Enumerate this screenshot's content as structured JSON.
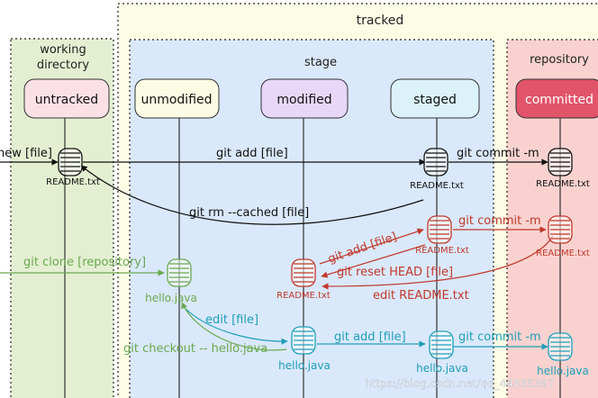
{
  "regions": {
    "tracked": "tracked",
    "working_directory": [
      "working",
      "directory"
    ],
    "stage": "stage",
    "repository": "repository"
  },
  "states": {
    "untracked": "untracked",
    "unmodified": "unmodified",
    "modified": "modified",
    "staged": "staged",
    "committed": "committed"
  },
  "colors": {
    "tracked_bg": "#fdfde6",
    "working_bg": "#e4efd2",
    "stage_bg": "#dae8fb",
    "repository_bg": "#f9d2d0",
    "untracked_pill": "#fbe1e6",
    "unmodified_pill": "#fcfce4",
    "modified_pill": "#e8d7f7",
    "staged_pill": "#dbf2f8",
    "committed_pill": "#e2546a",
    "black_flow": "#111111",
    "red_flow": "#c0392b",
    "green_flow": "#6aa84f",
    "teal_flow": "#1f9fb8"
  },
  "files": {
    "readme": "README.txt",
    "hello": "hello.java"
  },
  "commands": {
    "new_file": "new [file]",
    "git_add_file_1": "git add [file]",
    "git_commit_1": "git commit -m",
    "git_rm_cached": "git rm --cached [file]",
    "git_add_file_2": "git add [file]",
    "git_commit_2": "git commit -m",
    "git_reset_head": "git reset HEAD [file]",
    "edit_readme": "edit README.txt",
    "git_clone": "git clone [repository]",
    "edit_file": "edit [file]",
    "git_checkout": "git checkout -- hello.java",
    "git_add_file_3": "git add [file]",
    "git_commit_3": "git commit -m"
  },
  "watermark": "https://blog.csdn.net/qq_44835397"
}
